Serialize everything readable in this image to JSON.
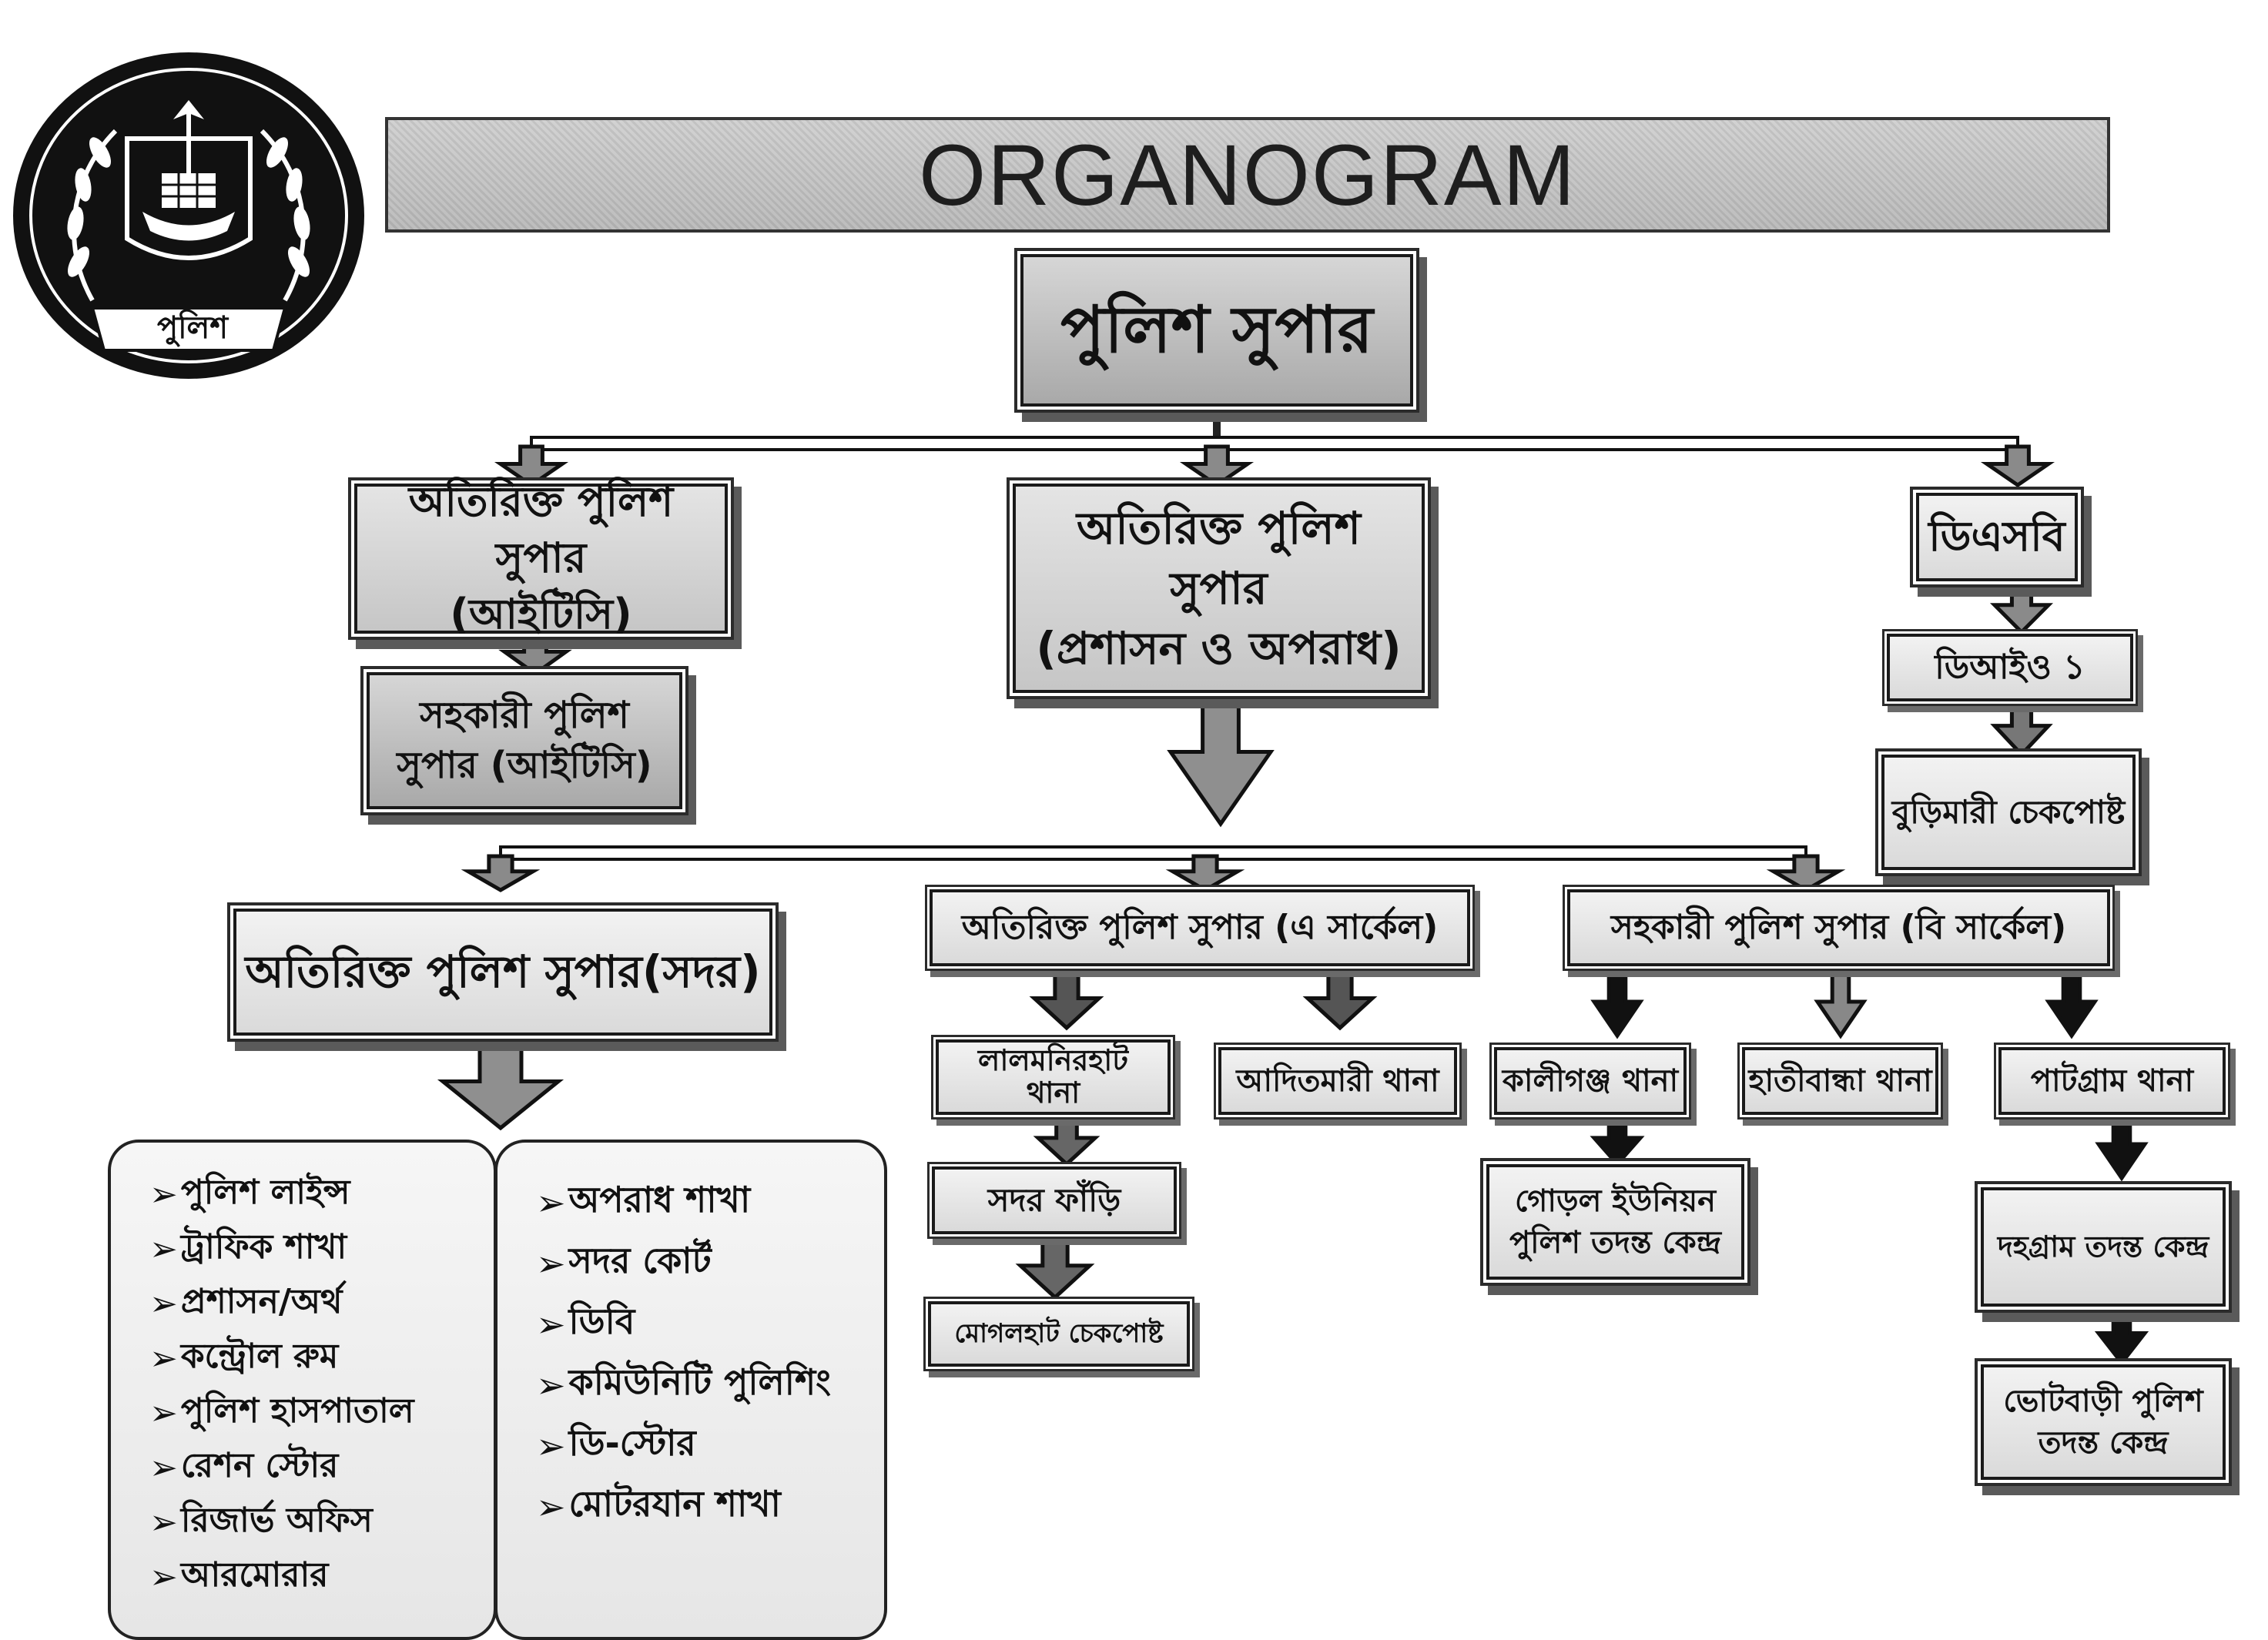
{
  "title": "ORGANOGRAM",
  "logo": {
    "label": "পুলিশ"
  },
  "nodes": {
    "superintendent": "পুলিশ সুপার",
    "addl_sp_itc": "অতিরিক্ত পুলিশ সুপার\n(আইটিসি)",
    "asst_sp_itc": "সহকারী পুলিশ\nসুপার (আইটিসি)",
    "addl_sp_admin": "অতিরিক্ত পুলিশ\nসুপার\n(প্রশাসন ও অপরাধ)",
    "dsb": "ডিএসবি",
    "dio1": "ডিআইও ১",
    "burimari": "বুড়িমারী চেকপোষ্ট",
    "addl_sp_sadar": "অতিরিক্ত পুলিশ সুপার(সদর)",
    "addl_sp_a_circle": "অতিরিক্ত পুলিশ সুপার (এ সার্কেল)",
    "asst_sp_b_circle": "সহকারী পুলিশ সুপার (বি সার্কেল)",
    "lalmonirhat_thana": "লালমনিরহাট\nথানা",
    "aditmari_thana": "আদিতমারী থানা",
    "kaliganj_thana": "কালীগঞ্জ থানা",
    "hatibandha_thana": "হাতীবান্ধা থানা",
    "patgram_thana": "পাটগ্রাম থানা",
    "sadar_fari": "সদর ফাঁড়ি",
    "mogolhat_checkpost": "মোগলহাট চেকপোষ্ট",
    "goral_union": "গোড়ল ইউনিয়ন\nপুলিশ তদন্ত কেন্দ্র",
    "dohogram": "দহগ্রাম তদন্ত কেন্দ্র",
    "votbari": "ভোটবাড়ী পুলিশ\nতদন্ত কেন্দ্র"
  },
  "sadar_units_left": [
    "পুলিশ লাইন্স",
    "ট্রাফিক শাখা",
    "প্রশাসন/অর্থ",
    "কন্ট্রোল রুম",
    "পুলিশ হাসপাতাল",
    "রেশন স্টোর",
    "রিজার্ভ অফিস",
    "আরমোরার"
  ],
  "sadar_units_right": [
    "অপরাধ শাখা",
    "সদর কোর্ট",
    "ডিবি",
    "কমিউনিটি পুলিশিং",
    "ডি-স্টোর",
    "মোটরযান শাখা"
  ],
  "list_bullet": "➢",
  "colors": {
    "box_fill": "#c6c6c6",
    "border": "#1a1a1a",
    "arrow_fill": "#8a8a8a",
    "background": "#ffffff"
  }
}
